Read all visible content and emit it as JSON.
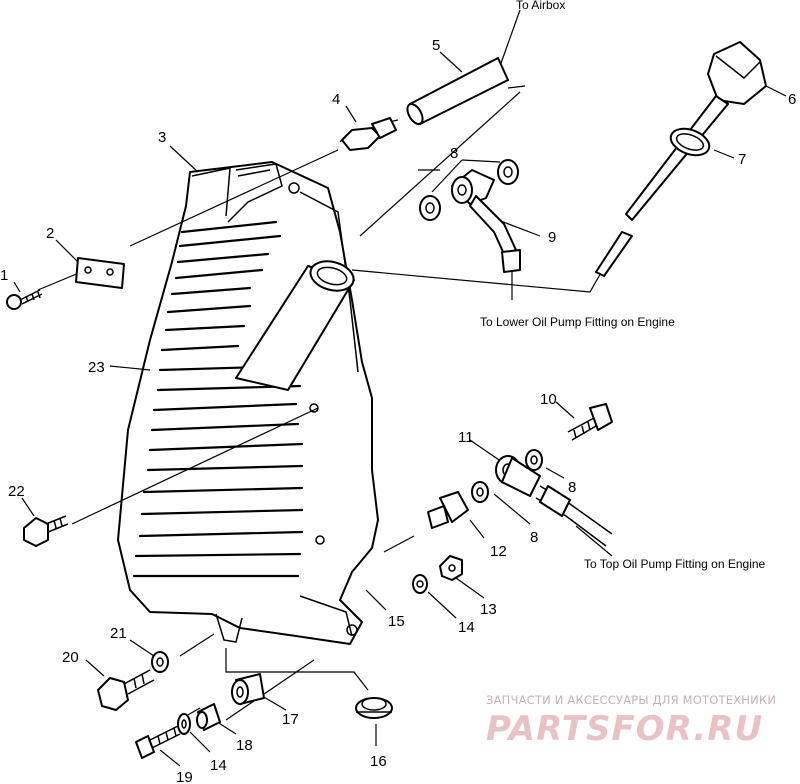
{
  "annotations": {
    "to_airbox": "To Airbox",
    "to_lower": "To Lower Oil Pump Fitting on Engine",
    "to_top": "To Top Oil Pump Fitting on Engine"
  },
  "callouts": {
    "c1": "1",
    "c2": "2",
    "c3": "3",
    "c4": "4",
    "c5": "5",
    "c6": "6",
    "c7": "7",
    "c8a": "8",
    "c9": "9",
    "c10": "10",
    "c11": "11",
    "c8b": "8",
    "c12": "12",
    "c8c": "8",
    "c13": "13",
    "c14a": "14",
    "c15": "15",
    "c16": "16",
    "c17": "17",
    "c18": "18",
    "c14b": "14",
    "c19": "19",
    "c20": "20",
    "c21": "21",
    "c22": "22",
    "c23": "23"
  },
  "watermark": {
    "tagline": "ЗАПЧАСТИ И АКСЕССУАРЫ ДЛЯ МОТОТЕХНИКИ",
    "logo": "PARTSFOR.RU"
  }
}
